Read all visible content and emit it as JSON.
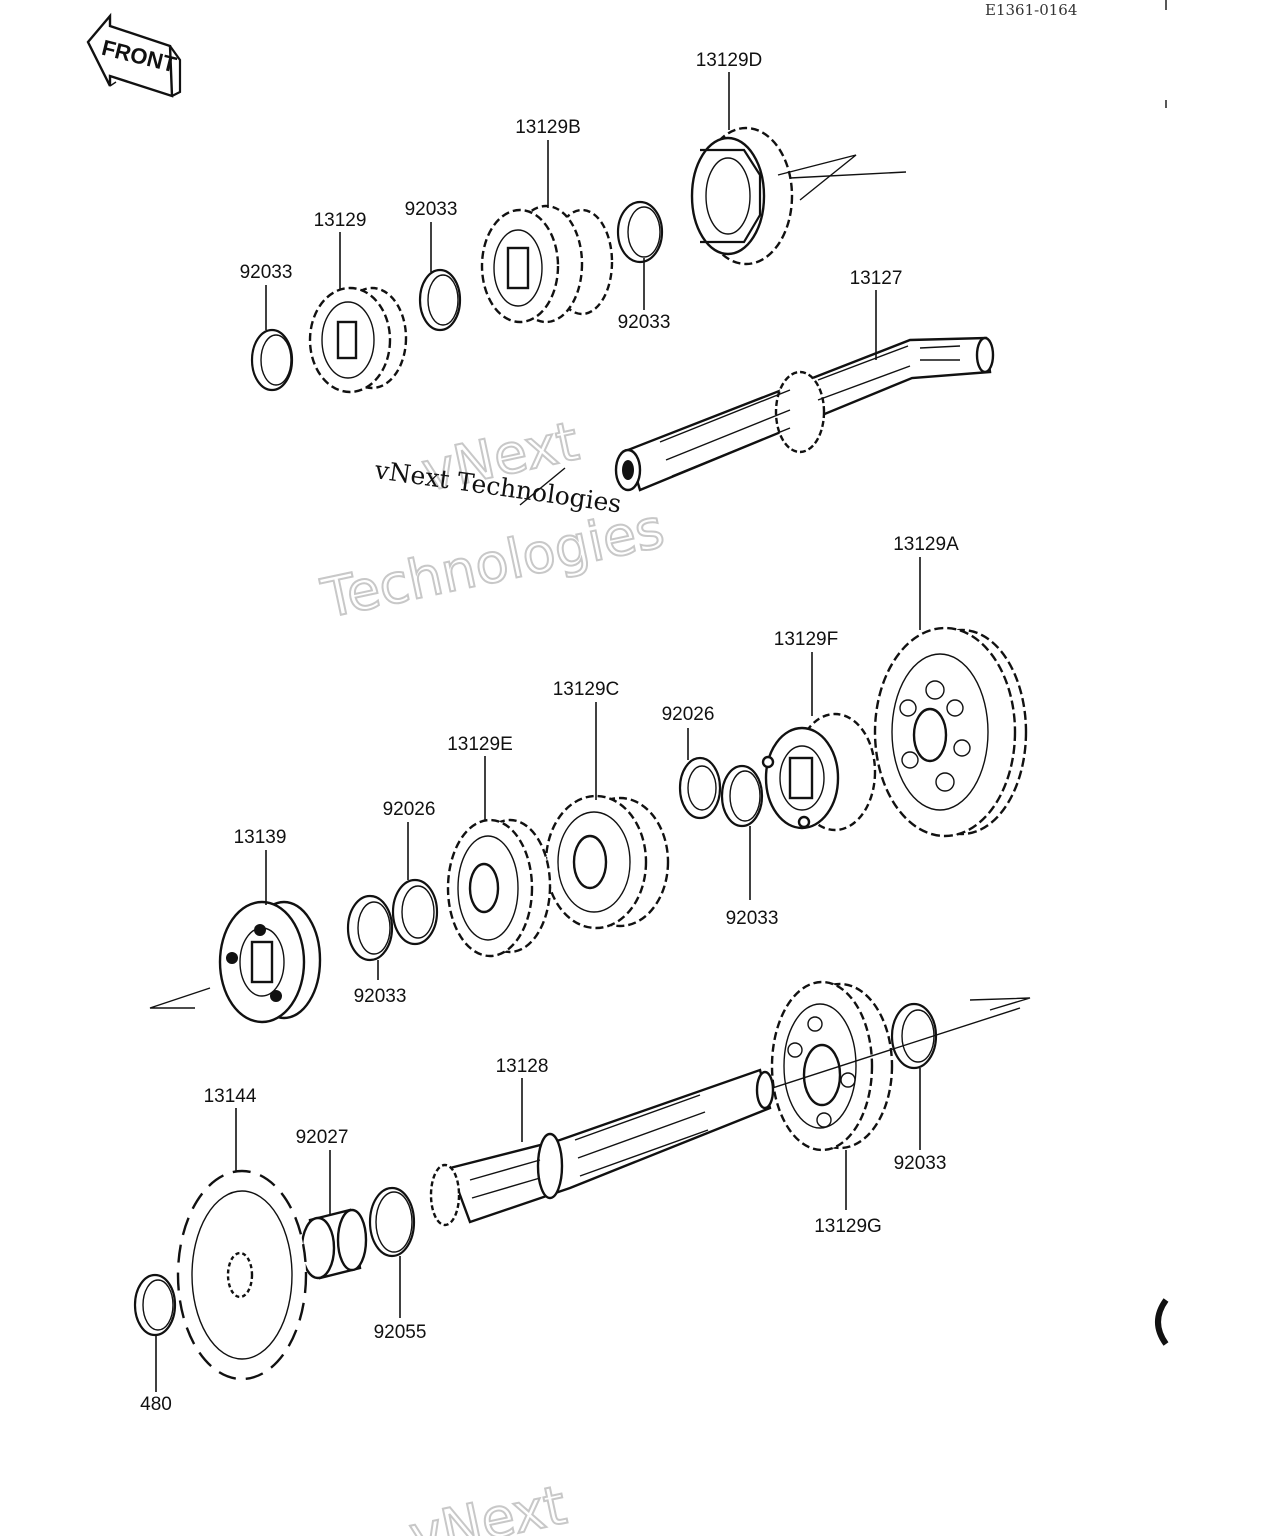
{
  "diagram_code": "E1361-0164",
  "front_label": "FRONT",
  "tagline": "vNext Technologies",
  "watermarks": [
    "vNext",
    "Technologies",
    "vNext"
  ],
  "part_labels": {
    "p13129D": "13129D",
    "p13129B": "13129B",
    "p13129": "13129",
    "p92033_top_mid": "92033",
    "p92033_top_left": "92033",
    "p92033_top_right": "92033",
    "p13127": "13127",
    "p13129A": "13129A",
    "p13129F": "13129F",
    "p13129C": "13129C",
    "p92026_right": "92026",
    "p13129E": "13129E",
    "p92026_left": "92026",
    "p13139": "13139",
    "p92033_mid_left": "92033",
    "p92033_mid_right": "92033",
    "p13128": "13128",
    "p13144": "13144",
    "p92027": "92027",
    "p92033_low_right": "92033",
    "p13129G": "13129G",
    "p92055": "92055",
    "p480": "480"
  }
}
